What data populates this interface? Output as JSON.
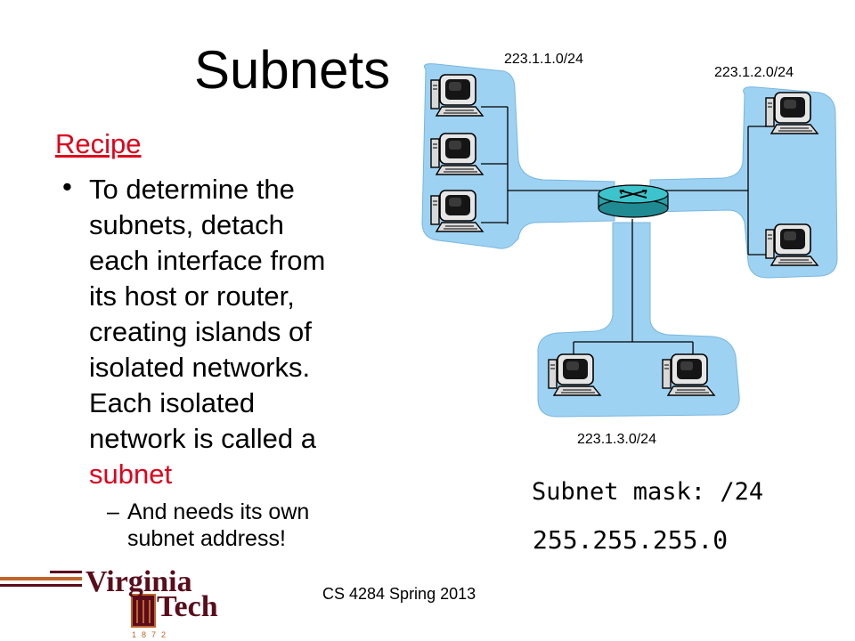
{
  "slide": {
    "title": "Subnets",
    "recipe_heading": "Recipe",
    "bullet": {
      "lines": [
        "To determine the",
        "subnets, detach",
        "each interface from",
        "its host or router,",
        "creating islands of",
        "isolated networks.",
        "Each isolated",
        "network is called a"
      ],
      "highlight": "subnet"
    },
    "sub_bullet": {
      "lines": [
        "And needs its own",
        "subnet address!"
      ]
    },
    "subnet_mask_label": "Subnet mask: /24",
    "subnet_mask_value": "255.255.255.0",
    "footer": "CS 4284 Spring 2013"
  },
  "diagram": {
    "subnets": [
      {
        "label": "223.1.1.0/24",
        "hosts": 3
      },
      {
        "label": "223.1.2.0/24",
        "hosts": 2
      },
      {
        "label": "223.1.3.0/24",
        "hosts": 2
      }
    ],
    "router_icon": "router-icon",
    "host_icon": "desktop-computer-icon",
    "island_color": "#9ed2f2"
  },
  "logo": {
    "line1": "Virginia",
    "line2": "Tech",
    "year": "1872",
    "maroon": "#5b0d1c",
    "orange": "#c0642a"
  },
  "colors": {
    "accent_red": "#e0001a"
  }
}
